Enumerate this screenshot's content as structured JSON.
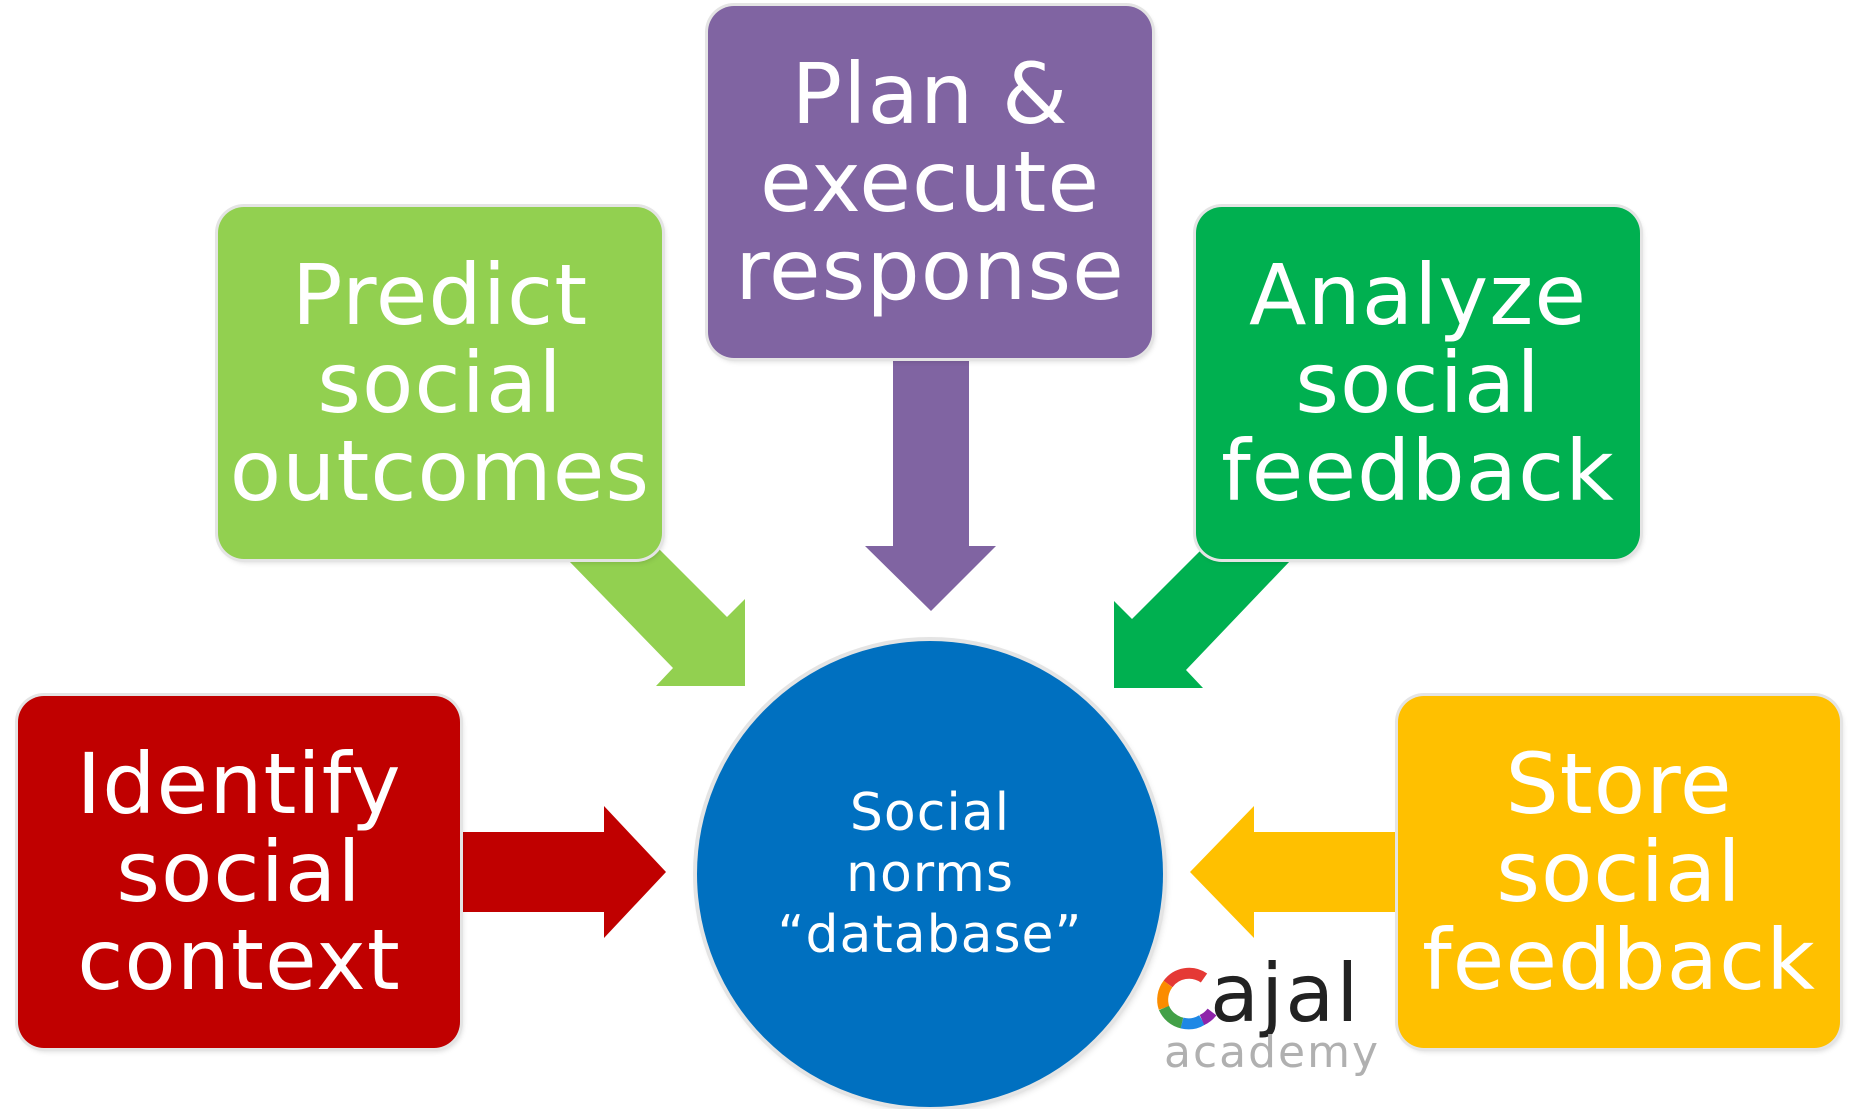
{
  "diagram": {
    "center": {
      "lines": [
        "Social",
        "norms",
        "“database”"
      ],
      "color": "#0070c0"
    },
    "steps": [
      {
        "id": "identify",
        "lines": [
          "Identify",
          "social",
          "context"
        ],
        "color": "#c00000"
      },
      {
        "id": "predict",
        "lines": [
          "Predict",
          "social",
          "outcomes"
        ],
        "color": "#92d050"
      },
      {
        "id": "plan",
        "lines": [
          "Plan &",
          "execute",
          "response"
        ],
        "color": "#8064a2"
      },
      {
        "id": "analyze",
        "lines": [
          "Analyze",
          "social",
          "feedback"
        ],
        "color": "#00b050"
      },
      {
        "id": "store",
        "lines": [
          "Store",
          "social",
          "feedback"
        ],
        "color": "#ffc000"
      }
    ]
  },
  "logo": {
    "word": "ajal",
    "tagline": "academy",
    "ring_colors": [
      "#e53935",
      "#fb8c00",
      "#43a047",
      "#1e88e5",
      "#8e24aa"
    ]
  }
}
